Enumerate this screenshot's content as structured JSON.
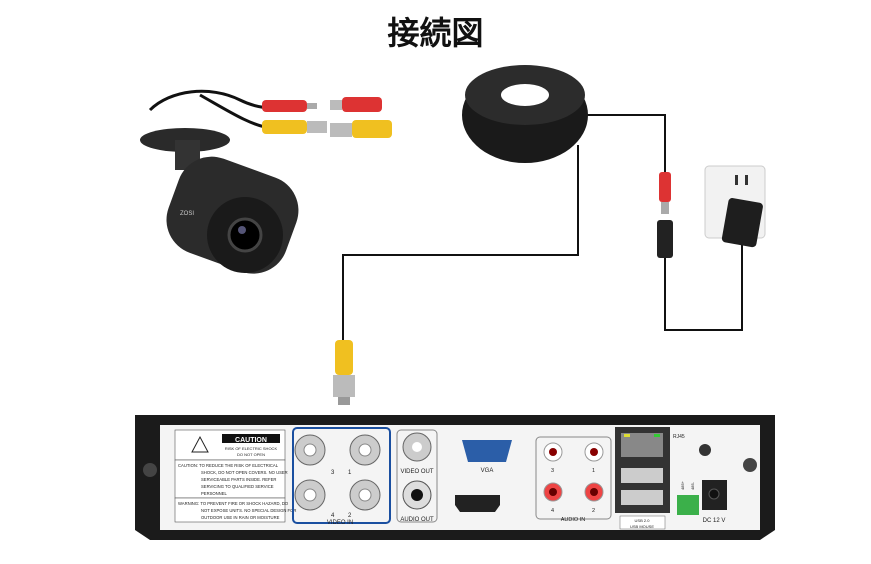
{
  "title": "接続図",
  "camera": {
    "brand": "ZOSI"
  },
  "dvr": {
    "caution_header": "CAUTION",
    "caution_sub1": "RISK OF ELECTRIC SHOCK",
    "caution_sub2": "DO NOT OPEN",
    "caution_text": [
      "CAUTION: TO REDUCE THE RISK OF ELECTRICAL",
      "SHOCK, DO NOT OPEN COVERS. NO USER",
      "SERVICEABLE PARTS INSIDE. REFER",
      "SERVICING TO QUALIFIED SERVICE",
      "PERSONNEL"
    ],
    "warning_text": [
      "WARNING: TO PREVENT FIRE OR SHOCK HAZARD, DO",
      "NOT EXPOSE UNITS. NO SPECIAL DESIGN FOR",
      "OUTDOOR USE IN RAIN OR MOISTURE"
    ],
    "video_in_label": "VIDEO IN",
    "video_in_numbers": [
      "3",
      "1",
      "4",
      "2"
    ],
    "video_out_label": "VIDEO OUT",
    "audio_out_label": "AUDIO OUT",
    "vga_label": "VGA",
    "audio_in_label": "AUDIO IN",
    "audio_in_numbers": [
      "3",
      "1",
      "4",
      "2"
    ],
    "rj45_label": "RJ45",
    "usb_labels": [
      "USB 2.0",
      "USB MOUSE"
    ],
    "rs485_labels": [
      "485+",
      "485-"
    ],
    "dc_label": "DC 12 V"
  }
}
